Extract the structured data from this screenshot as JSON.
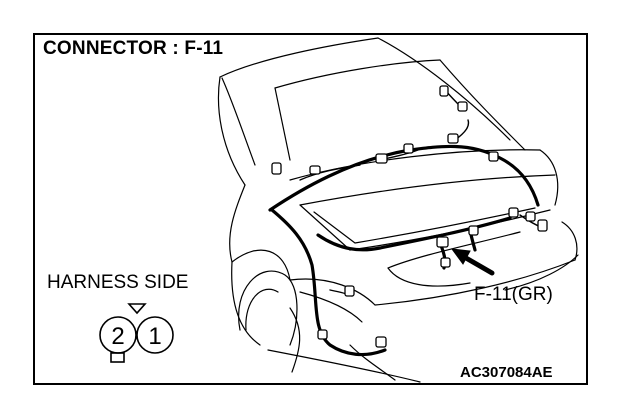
{
  "title": "CONNECTOR : F-11",
  "harness_label": "HARNESS SIDE",
  "connector": {
    "pins": [
      "2",
      "1"
    ]
  },
  "callout_label": "F-11(GR)",
  "figure_code": "AC307084AE"
}
